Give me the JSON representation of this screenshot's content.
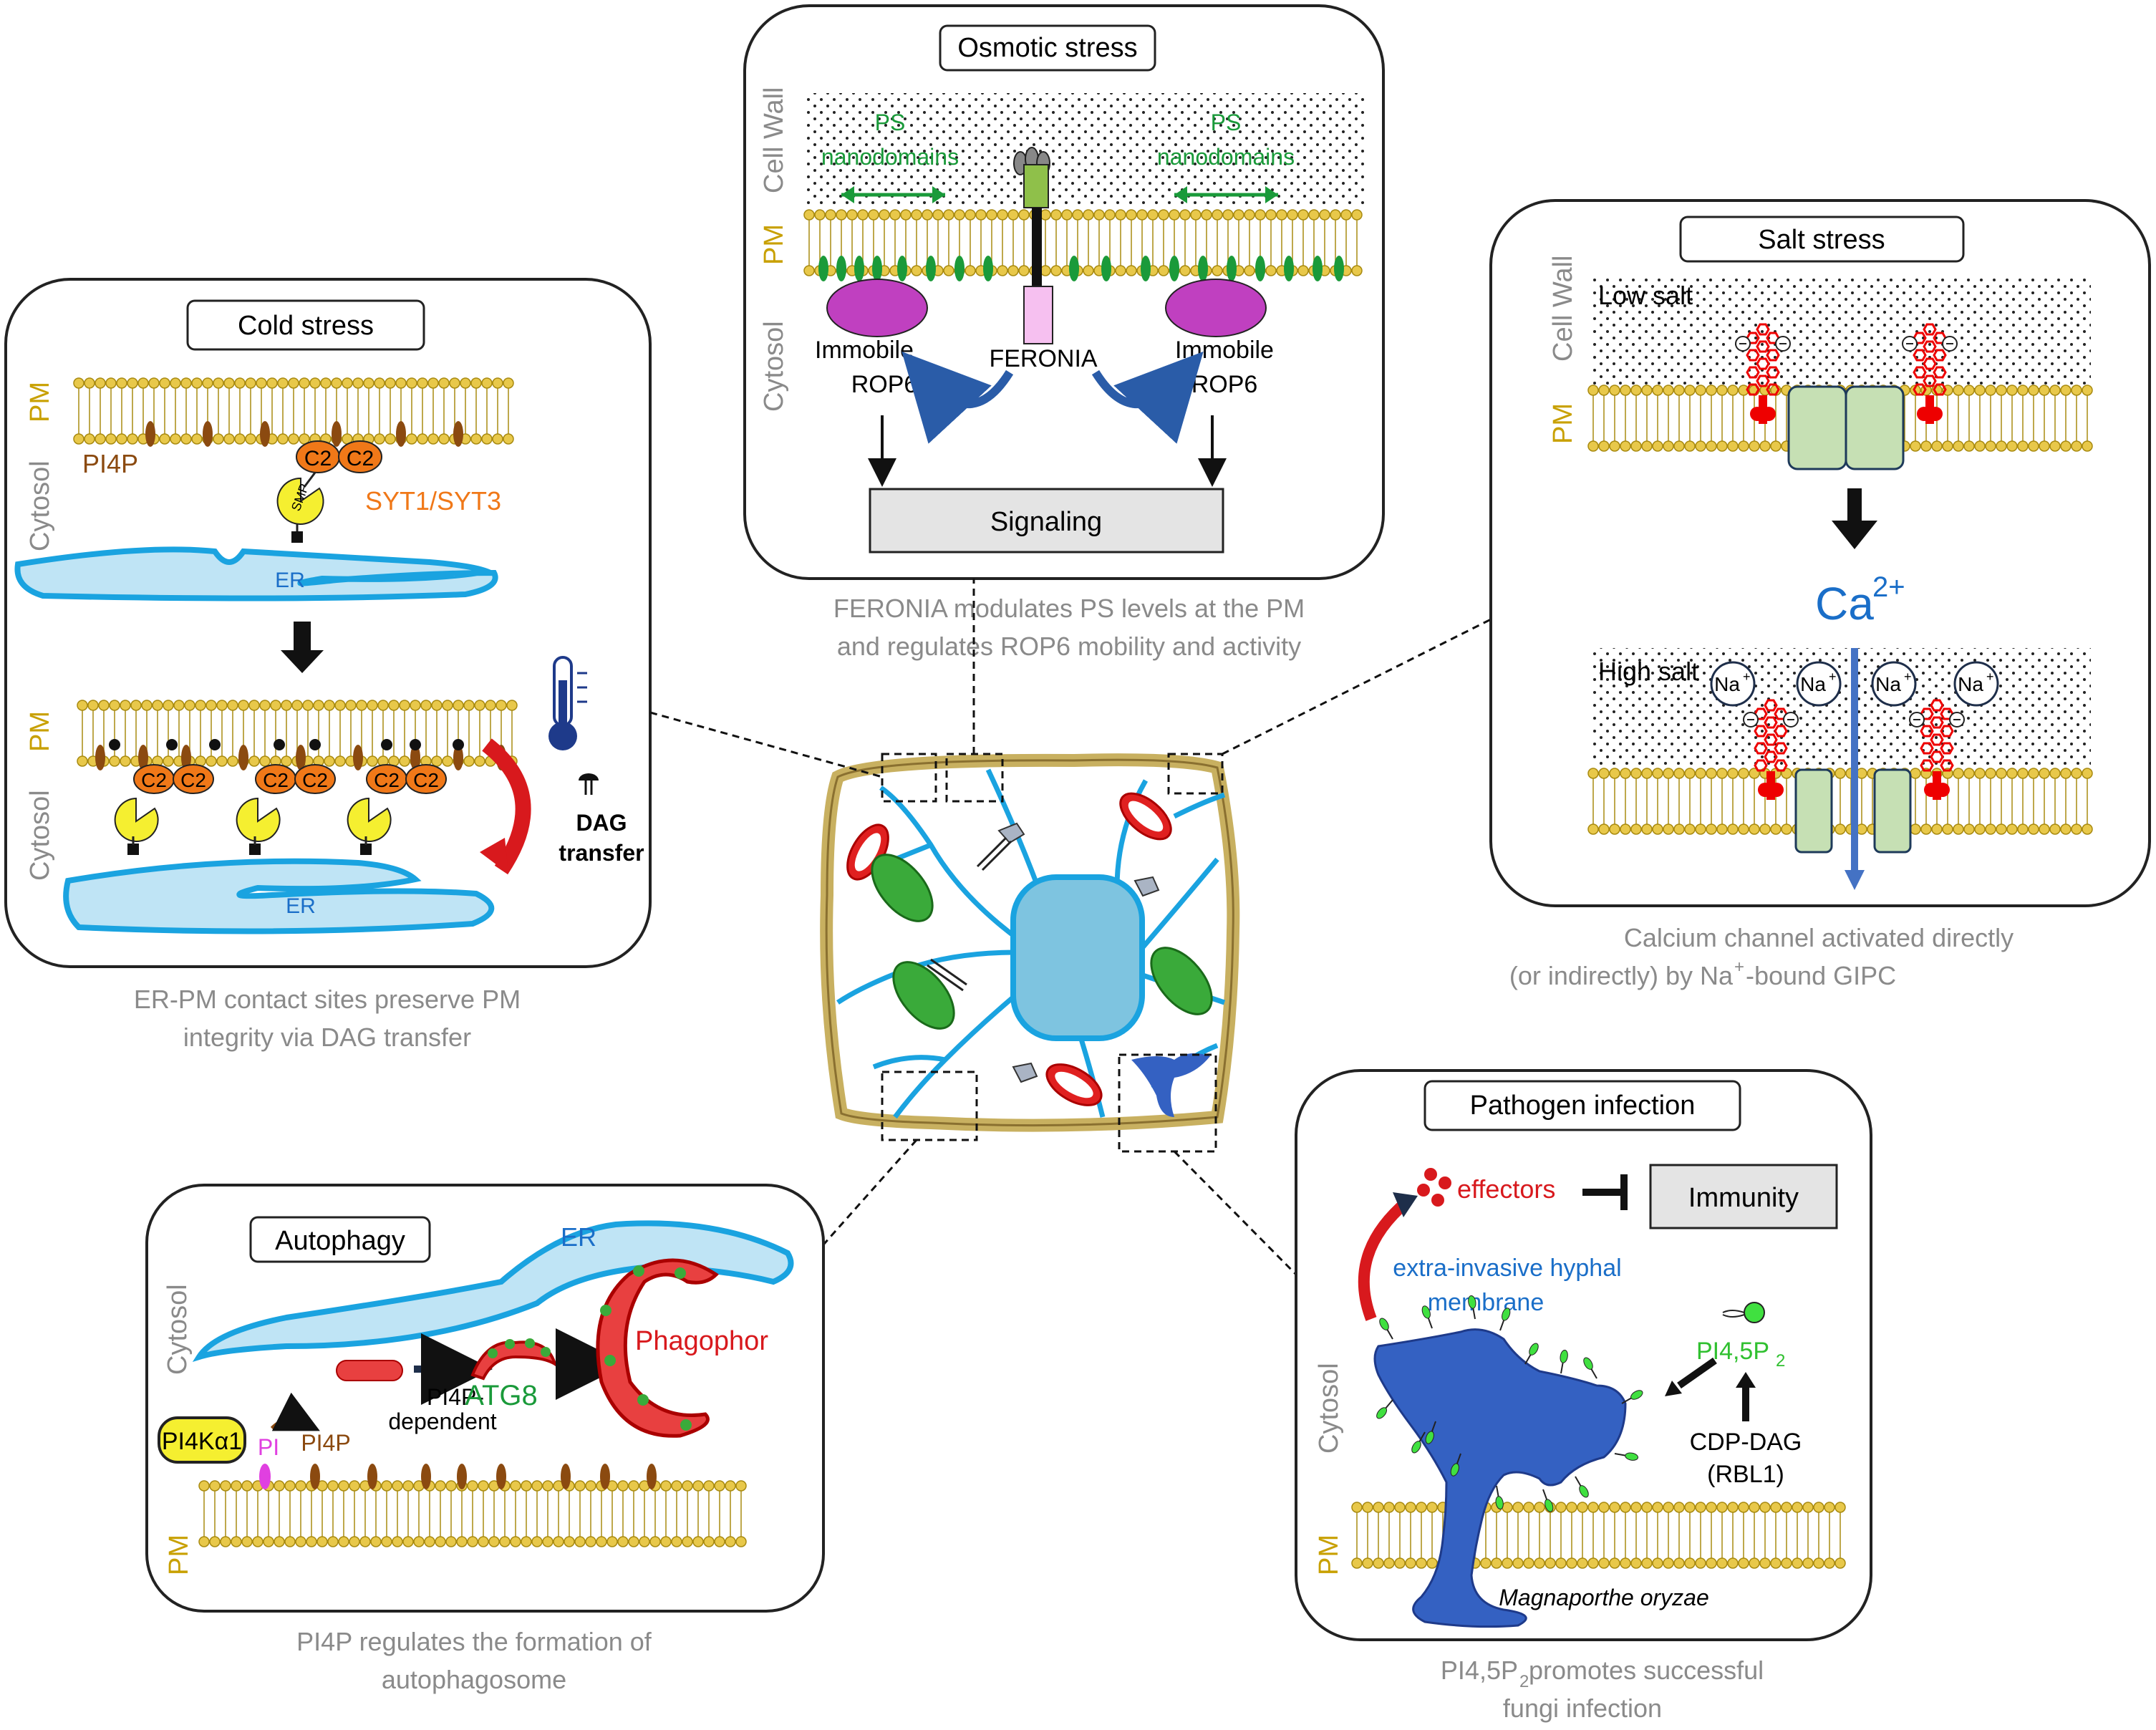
{
  "colors": {
    "lipid_head": "#e8c84a",
    "lipid_outline": "#a88a10",
    "er_fill": "#bfe4f5",
    "er_outline": "#1aa3e0",
    "pm_label": "#c8a000",
    "gray_label": "#8a8a8a",
    "green_text": "#1a9a3a",
    "blue_text": "#1a6ec8",
    "red_text": "#d8191d",
    "orange_text": "#f07818",
    "brown": "#8b4a10",
    "fungus": "#3461c2"
  },
  "panels": {
    "osmotic": {
      "title": "Osmotic stress",
      "cell_wall": "Cell Wall",
      "pm": "PM",
      "cytosol": "Cytosol",
      "ps_left": [
        "PS",
        "nanodomains"
      ],
      "ps_right": [
        "PS",
        "nanodomains"
      ],
      "immobile_left": [
        "Immobile",
        "ROP6"
      ],
      "immobile_right": [
        "Immobile",
        "ROP6"
      ],
      "feronia": "FERONIA",
      "signaling": "Signaling",
      "caption": [
        "FERONIA modulates PS levels at the PM",
        "and regulates ROP6 mobility and activity"
      ]
    },
    "cold": {
      "title": "Cold stress",
      "pm": "PM",
      "cytosol": "Cytosol",
      "pi4p": "PI4P",
      "syt": "SYT1/SYT3",
      "c2": "C2",
      "smp": "SMP",
      "er": "ER",
      "dag_transfer": [
        "DAG",
        "transfer"
      ],
      "caption": [
        "ER-PM contact sites preserve PM",
        "integrity via DAG transfer"
      ]
    },
    "salt": {
      "title": "Salt stress",
      "cell_wall": "Cell Wall",
      "pm": "PM",
      "low_salt": "Low salt",
      "high_salt": "High salt",
      "ca": "Ca",
      "ca_sup": "2+",
      "na": "Na",
      "na_sup": "+",
      "caption_1": "Calcium channel activated directly",
      "caption_2a": "(or indirectly) by Na",
      "caption_2sup": "+",
      "caption_2b": "-bound GIPC"
    },
    "autophagy": {
      "title": "Autophagy",
      "cytosol": "Cytosol",
      "pm": "PM",
      "er": "ER",
      "pi4p_dependent": [
        "PI4P-",
        "dependent"
      ],
      "atg8": "ATG8",
      "phagophor": "Phagophor",
      "pi4ka1": "PI4Kα1",
      "pi": "PI",
      "pi4p": "PI4P",
      "caption": [
        "PI4P regulates the formation of",
        "autophagosome"
      ]
    },
    "pathogen": {
      "title": "Pathogen infection",
      "effectors": "effectors",
      "immunity": "Immunity",
      "eihm": [
        "extra-invasive hyphal",
        "membrane"
      ],
      "pip2": "PI4,5P",
      "pip2_sub": "2",
      "cdp_dag": [
        "CDP-DAG",
        "(RBL1)"
      ],
      "cytosol": "Cytosol",
      "pm": "PM",
      "magnaporthe": "Magnaporthe oryzae",
      "caption_1a": "PI4,5P",
      "caption_1sub": "2",
      "caption_1b": " promotes successful",
      "caption_2": "fungi infection"
    }
  }
}
